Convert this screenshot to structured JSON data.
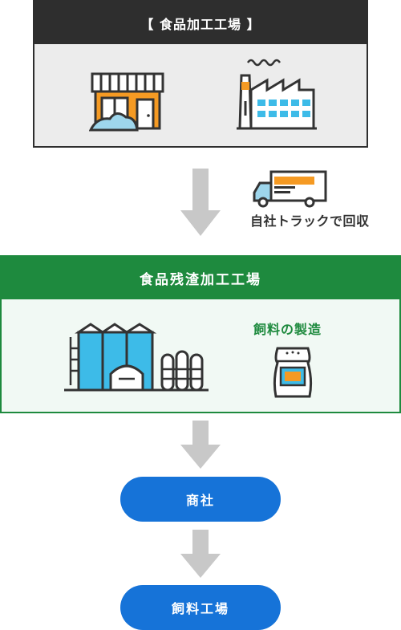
{
  "box1": {
    "title": "【 食品加工工場 】"
  },
  "transport": {
    "label": "自社トラックで回収"
  },
  "box2": {
    "title": "食品残渣加工工場",
    "subtitle": "飼料の製造"
  },
  "pills": [
    {
      "label": "商社"
    },
    {
      "label": "飼料工場"
    }
  ],
  "colors": {
    "dark": "#2e2e2e",
    "green": "#1e8a3e",
    "blue": "#1673d8",
    "arrow": "#c8c8c8",
    "orange": "#f59a23",
    "cyan": "#3dbbe8"
  },
  "icons": [
    "shop-icon",
    "food-factory-icon",
    "truck-icon",
    "processing-plant-icon",
    "feed-bag-icon",
    "down-arrow-icon"
  ]
}
